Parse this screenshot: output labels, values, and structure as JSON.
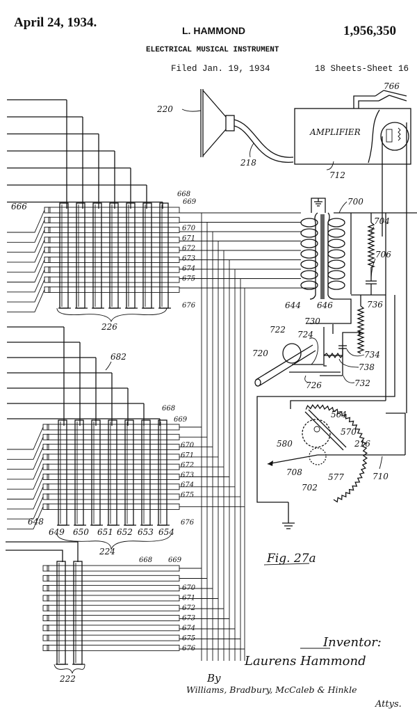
{
  "header": {
    "date": "April 24, 1934.",
    "inventor_name": "L. HAMMOND",
    "patent_number": "1,956,350",
    "title": "ELECTRICAL MUSICAL INSTRUMENT",
    "filed": "Filed Jan. 19, 1934",
    "sheets": "18 Sheets-Sheet 16"
  },
  "drawing": {
    "figure_label": "Fig. 27a",
    "amplifier_label": "AMPLIFIER",
    "components": {
      "loudspeaker": "220",
      "cable": "218",
      "amplifier": "712",
      "switch": "766",
      "transformer": "700",
      "primary_coil": "644",
      "secondary_coil": "646",
      "resistor_top": "704",
      "capacitor": "706",
      "resistor_736": "736",
      "lead_730": "730",
      "contact_734": "734",
      "coil_738": "738",
      "lead_732": "732",
      "shaft": "720",
      "cam": "722",
      "contact_724": "724",
      "contact_726": "726",
      "gear_564": "564",
      "gear_570": "570",
      "lever_216": "216",
      "resistor_580": "580",
      "gear_577": "577",
      "wiper_708": "708",
      "lead_710": "710",
      "resistor_702": "702",
      "bus_682": "682",
      "lead_666": "666",
      "lead_648": "648"
    },
    "upper_bank": {
      "group_label": "226",
      "bus_labels": [
        "668",
        "669",
        "670",
        "671",
        "672",
        "673",
        "674",
        "675",
        "676"
      ]
    },
    "middle_bank": {
      "group_label": "224",
      "bus_labels": [
        "668",
        "669",
        "670",
        "671",
        "672",
        "673",
        "674",
        "675",
        "676"
      ],
      "switch_labels": [
        "649",
        "650",
        "651",
        "652",
        "653",
        "654"
      ]
    },
    "lower_bank": {
      "group_label": "222",
      "bus_labels": [
        "668",
        "669",
        "670",
        "671",
        "672",
        "673",
        "674",
        "675",
        "676"
      ]
    }
  },
  "signature": {
    "inventor_heading": "Inventor:",
    "inventor": "Laurens Hammond",
    "by": "By",
    "attorneys": "Williams, Bradbury, McCaleb & Hinkle",
    "attys": "Attys."
  }
}
